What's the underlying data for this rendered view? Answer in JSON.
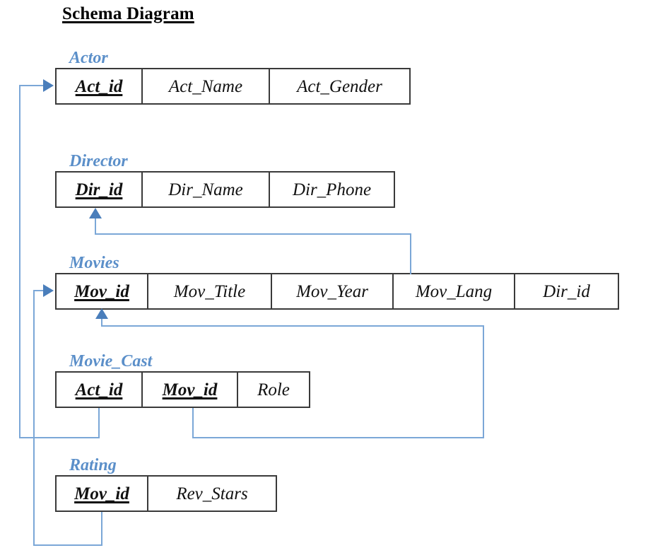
{
  "title": "Schema Diagram",
  "theme": {
    "label_color": "#5B8FC9",
    "line_color": "#7BA7D7",
    "arrow_color": "#4A7EBB",
    "border_color": "#3A3A3A",
    "text_color": "#111111"
  },
  "entities": {
    "actor": {
      "label": "Actor",
      "columns": [
        {
          "name": "Act_id",
          "key": "primary"
        },
        {
          "name": "Act_Name",
          "key": "none"
        },
        {
          "name": "Act_Gender",
          "key": "none"
        }
      ]
    },
    "director": {
      "label": "Director",
      "columns": [
        {
          "name": "Dir_id",
          "key": "primary"
        },
        {
          "name": "Dir_Name",
          "key": "none"
        },
        {
          "name": "Dir_Phone",
          "key": "none"
        }
      ]
    },
    "movies": {
      "label": "Movies",
      "columns": [
        {
          "name": "Mov_id",
          "key": "primary"
        },
        {
          "name": "Mov_Title",
          "key": "none"
        },
        {
          "name": "Mov_Year",
          "key": "none"
        },
        {
          "name": "Mov_Lang",
          "key": "none"
        },
        {
          "name": "Dir_id",
          "key": "foreign"
        }
      ]
    },
    "movie_cast": {
      "label": "Movie_Cast",
      "columns": [
        {
          "name": "Act_id",
          "key": "primary"
        },
        {
          "name": "Mov_id",
          "key": "primary"
        },
        {
          "name": "Role",
          "key": "none"
        }
      ]
    },
    "rating": {
      "label": "Rating",
      "columns": [
        {
          "name": "Mov_id",
          "key": "primary"
        },
        {
          "name": "Rev_Stars",
          "key": "none"
        }
      ]
    }
  },
  "relationships": [
    {
      "from": "Movies.Dir_id",
      "to": "Director.Dir_id"
    },
    {
      "from": "Movie_Cast.Act_id",
      "to": "Actor.Act_id"
    },
    {
      "from": "Movie_Cast.Mov_id",
      "to": "Movies.Mov_id"
    },
    {
      "from": "Rating.Mov_id",
      "to": "Movies.Mov_id"
    }
  ]
}
